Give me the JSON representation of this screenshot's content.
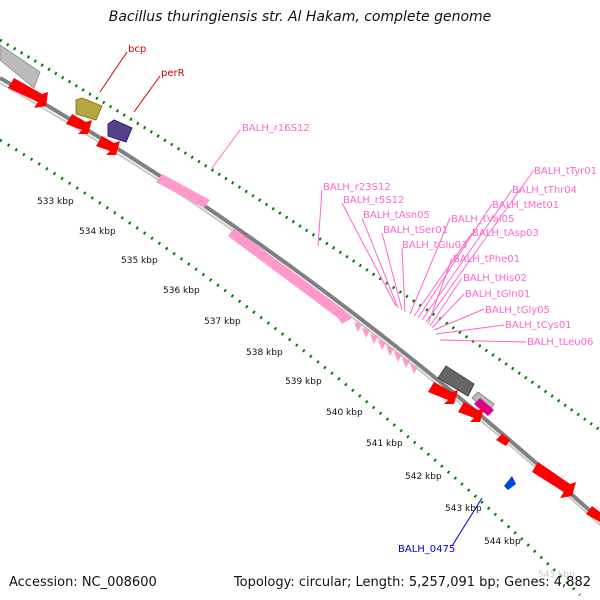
{
  "title": "Bacillus thuringiensis str. Al Hakam, complete genome",
  "footer": {
    "accession": "Accession: NC_008600",
    "summary": "Topology: circular; Length: 5,257,091 bp; Genes: 4,882"
  },
  "colors": {
    "cds": "#ff0000",
    "rrna": "#ff99cc",
    "trna": "#ff99cc",
    "tick": "#008000",
    "backbone": "#808080",
    "label_red": "#d00000",
    "label_pink": "#ff66cc",
    "label_blue": "#0000cc"
  },
  "scale_ticks": [
    {
      "label": "533 kbp",
      "kbp": 533
    },
    {
      "label": "534 kbp",
      "kbp": 534
    },
    {
      "label": "535 kbp",
      "kbp": 535
    },
    {
      "label": "536 kbp",
      "kbp": 536
    },
    {
      "label": "537 kbp",
      "kbp": 537
    },
    {
      "label": "538 kbp",
      "kbp": 538
    },
    {
      "label": "539 kbp",
      "kbp": 539
    },
    {
      "label": "540 kbp",
      "kbp": 540
    },
    {
      "label": "541 kbp",
      "kbp": 541
    },
    {
      "label": "542 kbp",
      "kbp": 542
    },
    {
      "label": "543 kbp",
      "kbp": 543
    },
    {
      "label": "544 kbp",
      "kbp": 544
    },
    {
      "label": "545 kbp",
      "kbp": 545
    }
  ],
  "gene_labels": [
    {
      "text": "bcp",
      "color_key": "label_red"
    },
    {
      "text": "perR",
      "color_key": "label_red"
    },
    {
      "text": "BALH_r16S12",
      "color_key": "label_pink"
    },
    {
      "text": "BALH_r23S12",
      "color_key": "label_pink"
    },
    {
      "text": "BALH_r5S12",
      "color_key": "label_pink"
    },
    {
      "text": "BALH_tAsn05",
      "color_key": "label_pink"
    },
    {
      "text": "BALH_tSer01",
      "color_key": "label_pink"
    },
    {
      "text": "BALH_tGlu03",
      "color_key": "label_pink"
    },
    {
      "text": "BALH_tVal05",
      "color_key": "label_pink"
    },
    {
      "text": "BALH_tAsp03",
      "color_key": "label_pink"
    },
    {
      "text": "BALH_tMet01",
      "color_key": "label_pink"
    },
    {
      "text": "BALH_tThr04",
      "color_key": "label_pink"
    },
    {
      "text": "BALH_tTyr01",
      "color_key": "label_pink"
    },
    {
      "text": "BALH_tPhe01",
      "color_key": "label_pink"
    },
    {
      "text": "BALH_tHis02",
      "color_key": "label_pink"
    },
    {
      "text": "BALH_tGln01",
      "color_key": "label_pink"
    },
    {
      "text": "BALH_tGly05",
      "color_key": "label_pink"
    },
    {
      "text": "BALH_tCys01",
      "color_key": "label_pink"
    },
    {
      "text": "BALH_tLeu06",
      "color_key": "label_pink"
    },
    {
      "text": "BALH_0475",
      "color_key": "label_blue"
    }
  ]
}
